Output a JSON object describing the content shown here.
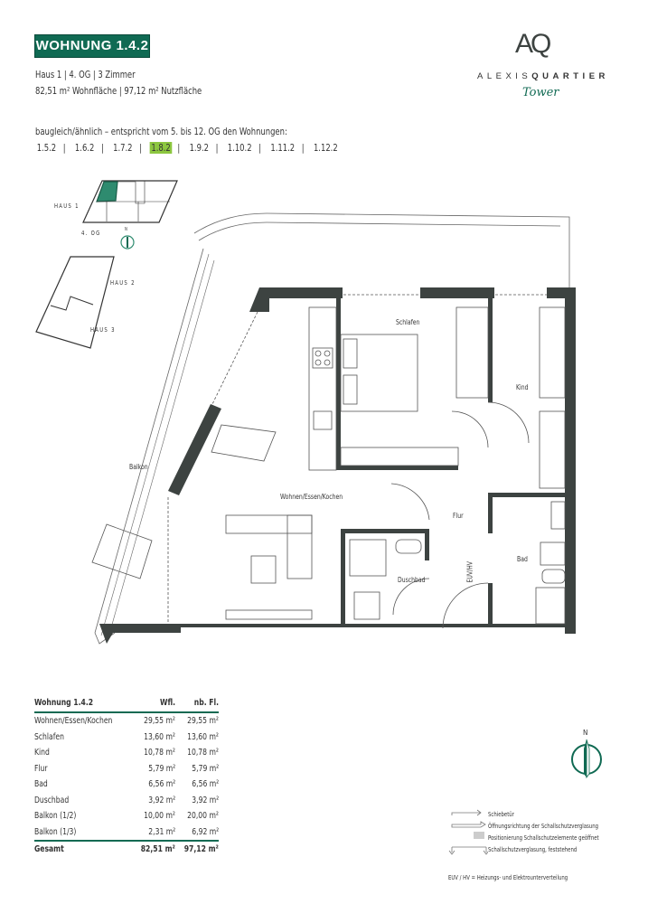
{
  "header": {
    "title": "WOHNUNG 1.4.2",
    "line1": "Haus 1  |  4. OG  |  3 Zimmer",
    "line2": "82,51 m² Wohnfläche  |  97,12 m² Nutzfläche",
    "similar_intro": "baugleich/ähnlich – entspricht vom 5. bis 12. OG den Wohnungen:",
    "similar_units": [
      "1.5.2",
      "1.6.2",
      "1.7.2",
      "1.8.2",
      "1.9.2",
      "1.10.2",
      "1.11.2",
      "1.12.2"
    ],
    "highlighted_unit": "1.8.2"
  },
  "logo": {
    "mark": "AQ",
    "name_light": "ALEXIS",
    "name_bold": "QUARTIER",
    "sub": "Tower"
  },
  "site_plan": {
    "haus1": "HAUS 1",
    "floor": "4. OG",
    "haus2": "HAUS 2",
    "haus3": "HAUS 3",
    "north": "N"
  },
  "floor_plan": {
    "rooms": {
      "schlafen": "Schlafen",
      "kind": "Kind",
      "balkon": "Balkon",
      "wohnen": "Wohnen/Essen/Kochen",
      "flur": "Flur",
      "bad": "Bad",
      "duschbad": "Duschbad",
      "euv": "EUV/HV"
    }
  },
  "area_table": {
    "headers": [
      "Wohnung 1.4.2",
      "Wfl.",
      "nb. Fl."
    ],
    "rows": [
      [
        "Wohnen/Essen/Kochen",
        "29,55 m²",
        "29,55 m²"
      ],
      [
        "Schlafen",
        "13,60 m²",
        "13,60 m²"
      ],
      [
        "Kind",
        "10,78 m²",
        "10,78 m²"
      ],
      [
        "Flur",
        "5,79 m²",
        "5,79 m²"
      ],
      [
        "Bad",
        "6,56 m²",
        "6,56 m²"
      ],
      [
        "Duschbad",
        "3,92 m²",
        "3,92 m²"
      ],
      [
        "Balkon (1/2)",
        "10,00 m²",
        "20,00 m²"
      ],
      [
        "Balkon (1/3)",
        "2,31 m²",
        "6,92 m²"
      ]
    ],
    "total": [
      "Gesamt",
      "82,51 m²",
      "97,12 m²"
    ]
  },
  "compass": {
    "north": "N"
  },
  "legend": [
    "Schiebetür",
    "Öffnungsrichtung der Schallschutzverglasung",
    "Positionierung Schallschutzelemente geöffnet",
    "Schallschutzverglasung, feststehend"
  ],
  "footnote": "EUV / HV = Heizungs- und Elektrounterverteilung",
  "colors": {
    "brand_green": "#106a53",
    "highlight": "#8cc63f",
    "wall": "#3d4341"
  }
}
